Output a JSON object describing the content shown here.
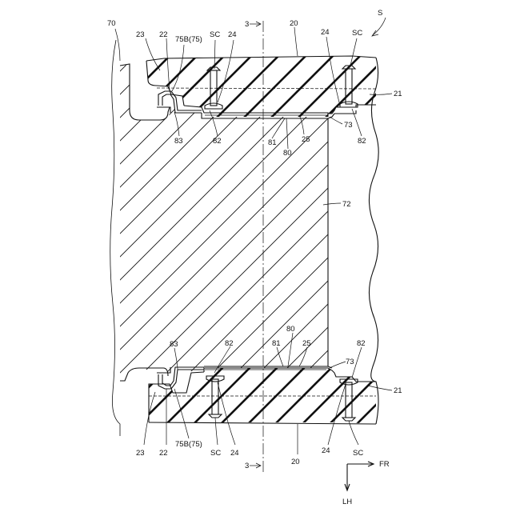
{
  "figure": {
    "labels": {
      "s": "S",
      "ref_70": "70",
      "ref_20_top": "20",
      "ref_20_bottom": "20",
      "ref_21_top": "21",
      "ref_21_bottom": "21",
      "ref_22_top": "22",
      "ref_22_bottom": "22",
      "ref_23_top": "23",
      "ref_23_bottom": "23",
      "ref_24_top_left": "24",
      "ref_24_top_right": "24",
      "ref_24_bottom_left": "24",
      "ref_24_bottom_right": "24",
      "ref_25_top": "25",
      "ref_25_bottom": "25",
      "ref_72": "72",
      "ref_73_top": "73",
      "ref_73_bottom": "73",
      "ref_75b_top": "75B(75)",
      "ref_75b_bottom": "75B(75)",
      "ref_80_top": "80",
      "ref_80_bottom": "80",
      "ref_81_top": "81",
      "ref_81_bottom": "81",
      "ref_82_top_left": "82",
      "ref_82_top_right": "82",
      "ref_82_bottom_left": "82",
      "ref_82_bottom_right": "82",
      "ref_83_top": "83",
      "ref_83_bottom": "83",
      "sc_top_left": "SC",
      "sc_top_right": "SC",
      "sc_bottom_left": "SC",
      "sc_bottom_right": "SC",
      "section_top": "3",
      "section_bottom": "3",
      "dir_fr": "FR",
      "dir_lh": "LH"
    }
  }
}
